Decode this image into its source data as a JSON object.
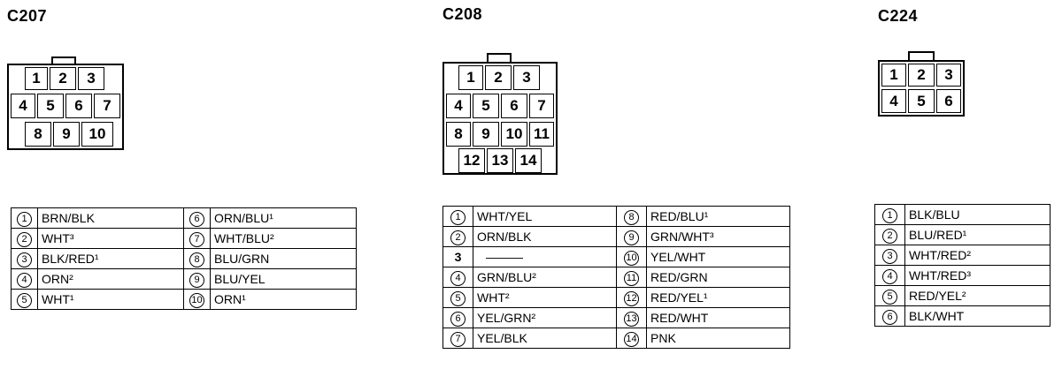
{
  "connectors": [
    {
      "id": "c207",
      "title": "C207",
      "pins": [
        "1",
        "2",
        "3",
        "4",
        "5",
        "6",
        "7",
        "8",
        "9",
        "10"
      ],
      "wires": [
        {
          "num": "1",
          "color": "BRN/BLK"
        },
        {
          "num": "2",
          "color": "WHT³"
        },
        {
          "num": "3",
          "color": "BLK/RED¹"
        },
        {
          "num": "4",
          "color": "ORN²"
        },
        {
          "num": "5",
          "color": "WHT¹"
        },
        {
          "num": "6",
          "color": "ORN/BLU¹"
        },
        {
          "num": "7",
          "color": "WHT/BLU²"
        },
        {
          "num": "8",
          "color": "BLU/GRN"
        },
        {
          "num": "9",
          "color": "BLU/YEL"
        },
        {
          "num": "10",
          "color": "ORN¹"
        }
      ]
    },
    {
      "id": "c208",
      "title": "C208",
      "pins": [
        "1",
        "2",
        "3",
        "4",
        "5",
        "6",
        "7",
        "8",
        "9",
        "10",
        "11",
        "12",
        "13",
        "14"
      ],
      "wires": [
        {
          "num": "1",
          "color": "WHT/YEL"
        },
        {
          "num": "2",
          "color": "ORN/BLK"
        },
        {
          "num": "3",
          "color": "———"
        },
        {
          "num": "4",
          "color": "GRN/BLU²"
        },
        {
          "num": "5",
          "color": "WHT²"
        },
        {
          "num": "6",
          "color": "YEL/GRN²"
        },
        {
          "num": "7",
          "color": "YEL/BLK"
        },
        {
          "num": "8",
          "color": "RED/BLU¹"
        },
        {
          "num": "9",
          "color": "GRN/WHT³"
        },
        {
          "num": "10",
          "color": "YEL/WHT"
        },
        {
          "num": "11",
          "color": "RED/GRN"
        },
        {
          "num": "12",
          "color": "RED/YEL¹"
        },
        {
          "num": "13",
          "color": "RED/WHT"
        },
        {
          "num": "14",
          "color": "PNK"
        }
      ]
    },
    {
      "id": "c224",
      "title": "C224",
      "pins": [
        "1",
        "2",
        "3",
        "4",
        "5",
        "6"
      ],
      "wires": [
        {
          "num": "1",
          "color": "BLK/BLU"
        },
        {
          "num": "2",
          "color": "BLU/RED¹"
        },
        {
          "num": "3",
          "color": "WHT/RED²"
        },
        {
          "num": "4",
          "color": "WHT/RED³"
        },
        {
          "num": "5",
          "color": "RED/YEL²"
        },
        {
          "num": "6",
          "color": "BLK/WHT"
        }
      ]
    }
  ]
}
